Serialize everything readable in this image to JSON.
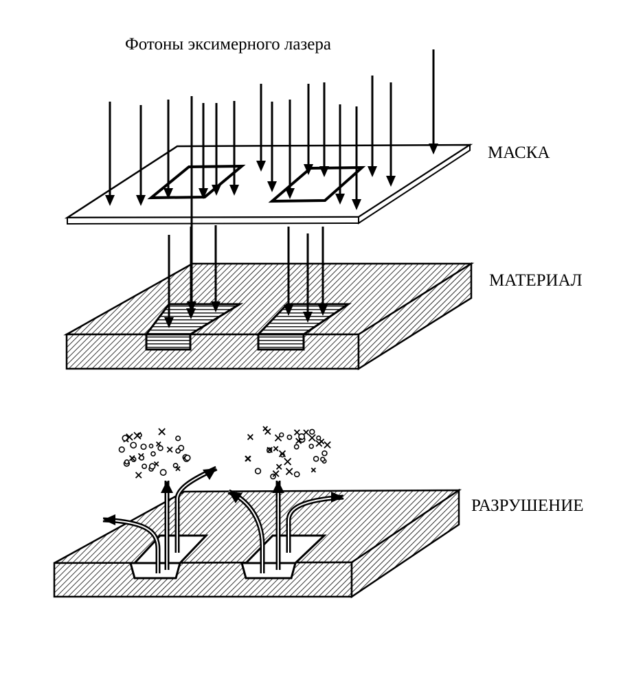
{
  "diagram": {
    "title": "Фотоны эксимерного лазера",
    "labels": {
      "mask": "МАСКА",
      "material": "МАТЕРИАЛ",
      "destruction": "РАЗРУШЕНИЕ"
    }
  },
  "colors": {
    "ink": "#000000",
    "paper": "#ffffff"
  },
  "icons": {
    "laser_photon": "down-arrow-icon",
    "ejected_debris": "up-arrow-icon"
  }
}
